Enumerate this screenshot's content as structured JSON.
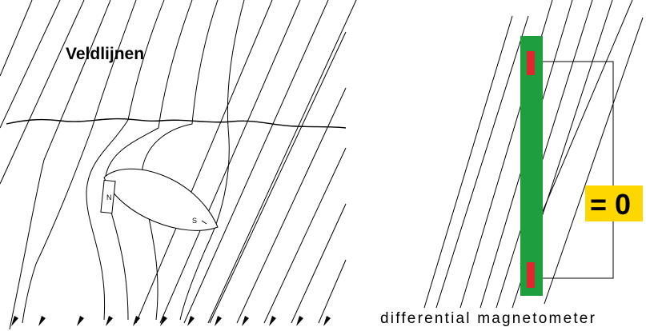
{
  "left_panel": {
    "title": "Veldlijnen",
    "north_label": "N",
    "south_label": "S"
  },
  "right_panel": {
    "result_label": "= 0",
    "caption": "differential magnetometer"
  },
  "colors": {
    "line": "#000000",
    "sensor_bar": "#1e9e3e",
    "sensor": "#e0262e",
    "result_box": "#ffd700"
  }
}
